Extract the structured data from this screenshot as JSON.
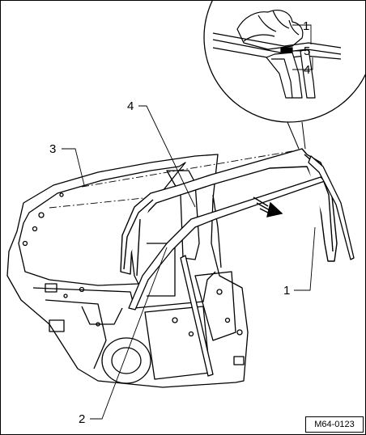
{
  "callouts": {
    "c1_top": "1",
    "c5": "5",
    "c4_top": "4",
    "c4_mid": "4",
    "c3": "3",
    "c1_bottom": "1",
    "c2": "2"
  },
  "figure_code": "M64-0123"
}
